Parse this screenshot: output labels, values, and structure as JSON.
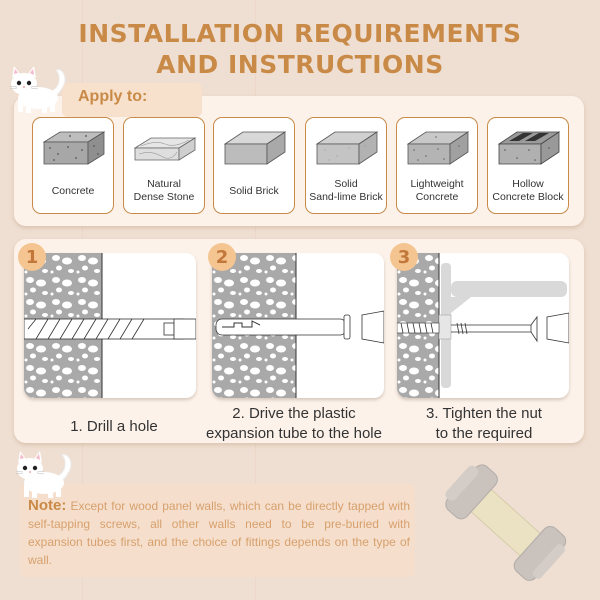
{
  "header": {
    "title_line1": "INSTALLATION REQUIREMENTS",
    "title_line2": "AND INSTRUCTIONS"
  },
  "apply": {
    "label": "Apply to:",
    "materials": [
      {
        "label": "Concrete",
        "icon": "concrete-block-icon"
      },
      {
        "label": "Natural\nDense Stone",
        "icon": "natural-stone-icon"
      },
      {
        "label": "Solid Brick",
        "icon": "solid-brick-icon"
      },
      {
        "label": "Solid\nSand-lime Brick",
        "icon": "sand-lime-brick-icon"
      },
      {
        "label": "Lightweight\nConcrete",
        "icon": "lightweight-concrete-icon"
      },
      {
        "label": "Hollow\nConcrete Block",
        "icon": "hollow-block-icon"
      }
    ]
  },
  "steps": [
    {
      "number": "1",
      "caption": "1. Drill a hole",
      "illustration": "drill-bit-in-wall"
    },
    {
      "number": "2",
      "caption": "2. Drive the plastic\nexpansion tube to the hole",
      "illustration": "expansion-tube-in-wall"
    },
    {
      "number": "3",
      "caption": "3. Tighten the nut\nto the required",
      "illustration": "screw-bracket-in-wall"
    }
  ],
  "note": {
    "label": "Note:",
    "text": "Except for wood panel walls, which can be directly tapped with self-tapping screws, all other walls need to be pre-buried with expansion tubes first, and the choice of fittings depends on the type of wall."
  },
  "colors": {
    "accent": "#c98a47",
    "background": "#efdfd2",
    "panel": "#fcf2ea",
    "badge": "#f5c591",
    "note_text": "#d7a06d"
  }
}
